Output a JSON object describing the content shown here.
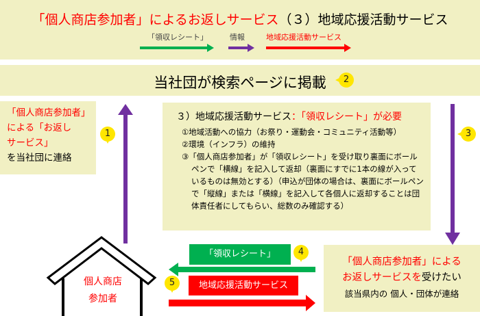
{
  "header": {
    "title_red": "「個人商店参加者」によるお返しサービス",
    "title_black": "（３）地域応援活動サービス",
    "legend": [
      {
        "label": "「領収レシート」",
        "color": "#00b050"
      },
      {
        "label": "情報",
        "color": "#7030a0"
      },
      {
        "label": "地域応援活動サービス",
        "color": "#ff0000"
      }
    ]
  },
  "banner2": {
    "text": "当社団が検索ページに掲載",
    "badge": "2"
  },
  "left_box": {
    "line1": "「個人商店参加者」",
    "line2": "による「お返し",
    "line3": "サービス」",
    "line4": "を当社団に連絡",
    "badge": "1"
  },
  "middle_box": {
    "heading_black": "３）地域応援活動サービス",
    "heading_red": "：「領収レシート」が必要",
    "item1": "①地域活動への協力（お祭り・運動会・コミュニティ活動等）",
    "item2": "②環境（インフラ）の維持",
    "item3": "③「個人商店参加者」が「領収レシート」を受け取り裏面にボールペンで「横線」を記入して返却（裏面にすでに1本の線が入っているものは無効とする）（申込が団体の場合は、裏面にボールペンで「縦線」または「横線」を記入して各個人に返却することは団体責任者にしてもらい、総数のみ確認する）"
  },
  "right_box": {
    "line1": "「個人商店参加者」による",
    "line2_red": "お返しサービスを",
    "line2_black": "受けたい",
    "line3": "該当県内の 個人・団体が連絡",
    "badge": "3"
  },
  "house": {
    "line1": "個人商店",
    "line2": "参加者"
  },
  "flow_receipt": {
    "label": "「領収レシート」",
    "badge": "4"
  },
  "flow_service": {
    "label": "地域応援活動サービス",
    "badge": "5"
  }
}
